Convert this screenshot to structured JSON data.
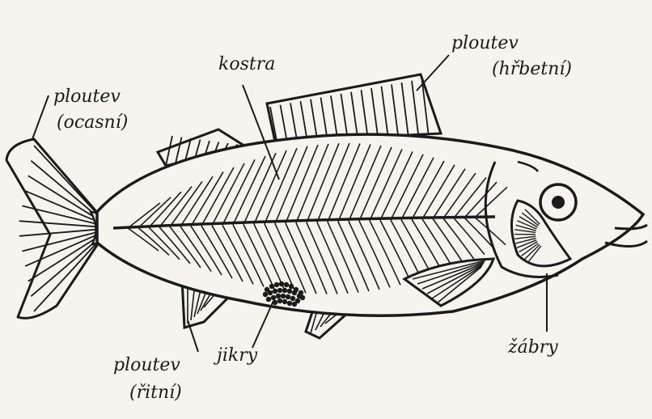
{
  "labels": {
    "skeleton": "kostra",
    "dorsal_fin": "ploutev",
    "dorsal_fin_qualifier": "(hřbetní)",
    "tail_fin": "ploutev",
    "tail_fin_qualifier": "(ocasní)",
    "anal_fin": "ploutev",
    "anal_fin_qualifier": "(řitní)",
    "roe": "jikry",
    "gills": "žábry"
  },
  "colors": {
    "paper": "#f6f4ef",
    "ink": "#1b1b1b"
  }
}
